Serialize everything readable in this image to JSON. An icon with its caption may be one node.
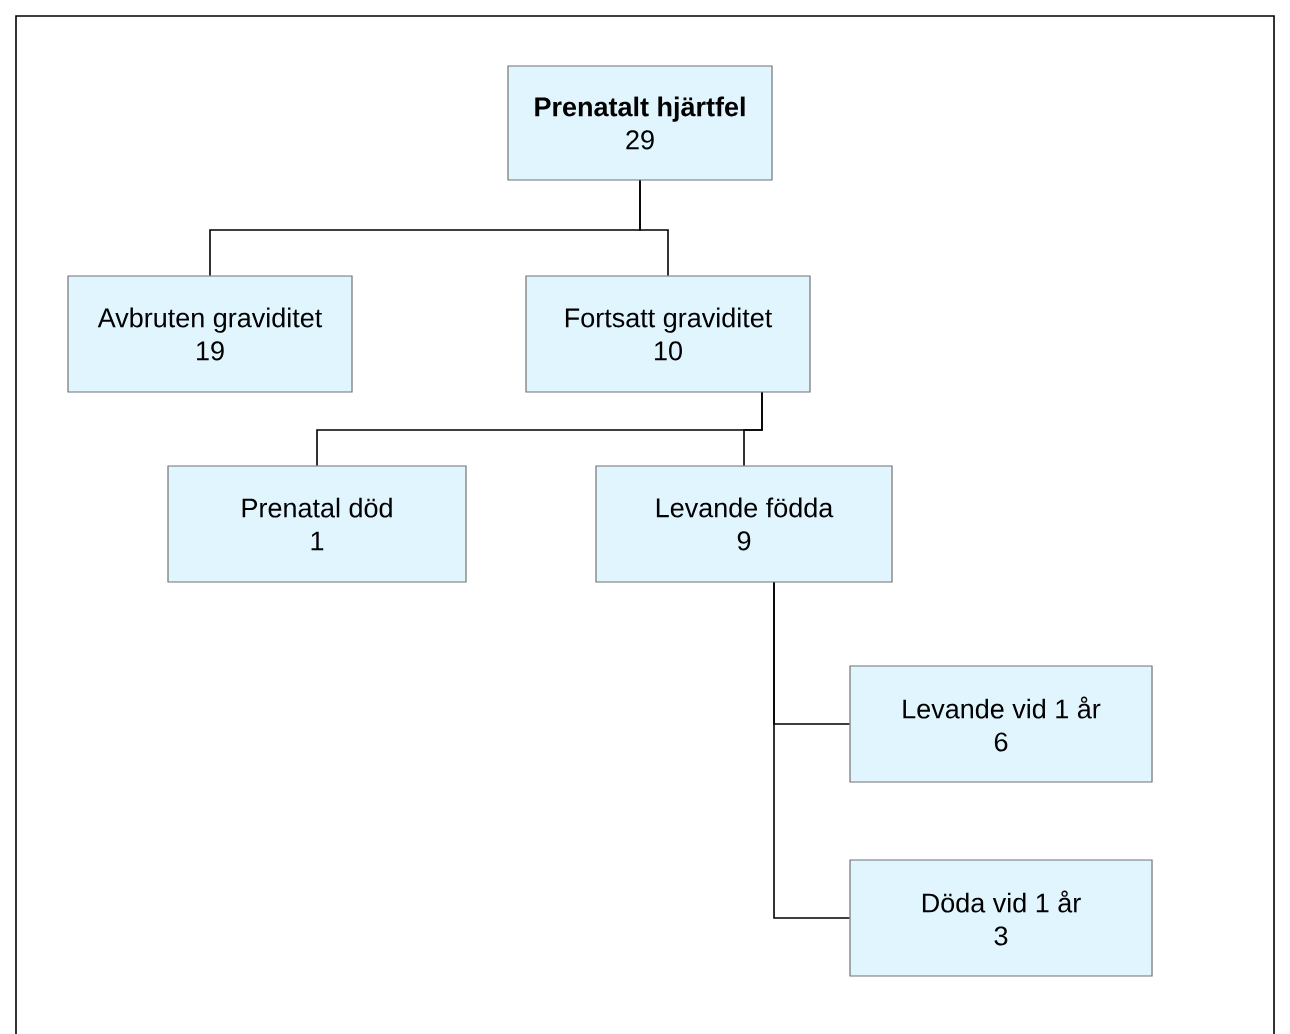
{
  "diagram": {
    "nodes": [
      {
        "text": [
          "Prenatalt hjärtfel",
          "29"
        ]
      },
      {
        "text": [
          "Avbruten graviditet",
          "19"
        ]
      },
      {
        "text": [
          "Fortsatt graviditet",
          "10"
        ]
      },
      {
        "text": [
          "Prenatal död",
          "1"
        ]
      },
      {
        "text": [
          "Levande födda",
          "9"
        ]
      },
      {
        "text": [
          "Levande vid 1 år",
          "6"
        ]
      },
      {
        "text": [
          "Döda vid 1 år",
          "3"
        ]
      }
    ],
    "edges": [
      {
        "from": 0,
        "to": 1,
        "arrow": "none"
      },
      {
        "from": 0,
        "to": 2,
        "arrow": "none"
      },
      {
        "from": 2,
        "to": 3,
        "arrow": "none"
      },
      {
        "from": 2,
        "to": 4,
        "arrow": "none"
      },
      {
        "from": 4,
        "to": 5,
        "arrow": "none"
      },
      {
        "from": 4,
        "to": 6,
        "arrow": "none"
      }
    ]
  }
}
